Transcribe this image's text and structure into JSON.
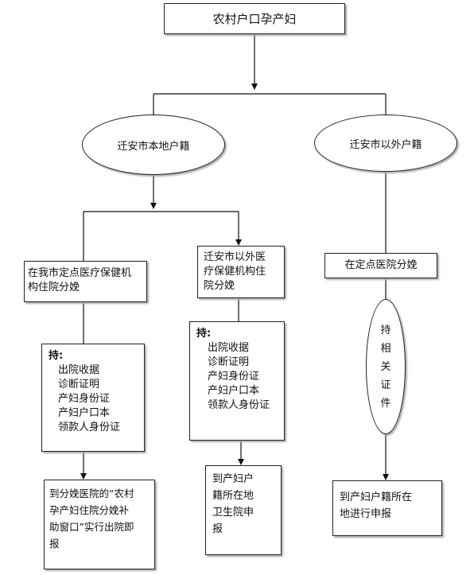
{
  "title": "农村户口孕产妇",
  "local_oval": "迁安市本地户籍",
  "nonlocal_oval": "迁安市以外户籍",
  "box_local_delivery": [
    "在我市定点医疗保健机",
    "构住院分娩"
  ],
  "box_outside_delivery": [
    "迁安市以外医",
    "疗保健机构住",
    "院分娩"
  ],
  "box_designated_hospital": "在定点医院分娩",
  "hold_left": {
    "heading": "持:",
    "items": [
      "出院收据",
      "诊断证明",
      "产妇身份证",
      "产妇户口本",
      "领款人身份证"
    ]
  },
  "hold_middle": {
    "heading": "持:",
    "items": [
      "出院收据",
      "诊断证明",
      "产妇身份证",
      "产妇户口本",
      "领款人身份证"
    ]
  },
  "vertical_oval_chars": [
    "持",
    "相",
    "关",
    "证",
    "件"
  ],
  "result_left": [
    "到分娩医院的“农村",
    "孕产妇住院分娩补",
    "助窗口”实行出院即",
    "报"
  ],
  "result_middle": [
    "到产妇户",
    "籍所在地",
    "卫生院申",
    "报"
  ],
  "result_right": [
    "到产妇户籍所在",
    "地进行申报"
  ]
}
